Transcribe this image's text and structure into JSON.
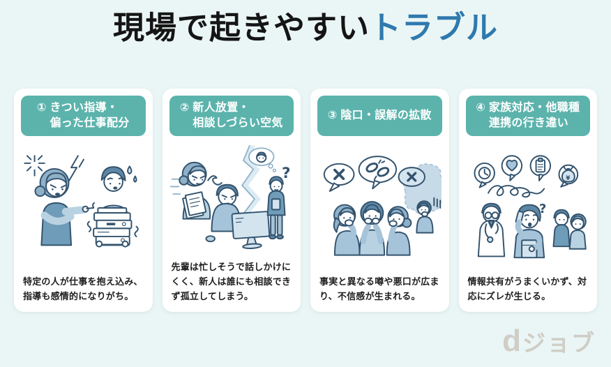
{
  "title": {
    "prefix": "現場で起きやすい",
    "accent": "トラブル"
  },
  "cards": [
    {
      "number": "①",
      "title_lines": [
        "きつい指導・",
        "偏った仕事配分"
      ],
      "description": "特定の人が仕事を抱え込み、指導も感情的になりがち。",
      "illustration": "harsh-guidance-scene",
      "icons": [
        "anger-spark-icon",
        "lightning-icon",
        "sweat-drop-icon",
        "shake-lines-icon"
      ]
    },
    {
      "number": "②",
      "title_lines": [
        "新人放置・",
        "相談しづらい空気"
      ],
      "description": "先輩は忙しそうで話しかけにくく、新人は誰にも相談できず孤立してしまう。",
      "illustration": "newcomer-isolated-scene",
      "icons": [
        "question-mark-icon",
        "thought-bubble-icon",
        "scribble-icon",
        "crack-divider-icon"
      ]
    },
    {
      "number": "③",
      "title_lines": [
        "陰口・誤解の拡散"
      ],
      "description": "事実と異なる噂や悪口が広まり、不信感が生まれる。",
      "illustration": "gossip-spread-scene",
      "icons": [
        "cross-bubble-icon",
        "broken-chain-icon",
        "fog-cloud-icon",
        "stress-lines-icon"
      ]
    },
    {
      "number": "④",
      "title_lines": [
        "家族対応・他職種",
        "連携の行き違い"
      ],
      "description": "情報共有がうまくいかず、対応にズレが生じる。",
      "illustration": "family-coordination-scene",
      "icons": [
        "clock-icon",
        "heart-icon",
        "checklist-icon",
        "money-bag-icon",
        "question-mark-icon",
        "tangle-icon"
      ]
    }
  ],
  "logo": {
    "d": "d",
    "text": "ジョブ"
  },
  "colors": {
    "background": "#eaf6f5",
    "card_bg": "#ffffff",
    "badge": "#5bb3ac",
    "title_text": "#151515",
    "title_accent": "#2f79ae",
    "logo": "#cfcdc6",
    "illustration_ink": "#33536e"
  }
}
